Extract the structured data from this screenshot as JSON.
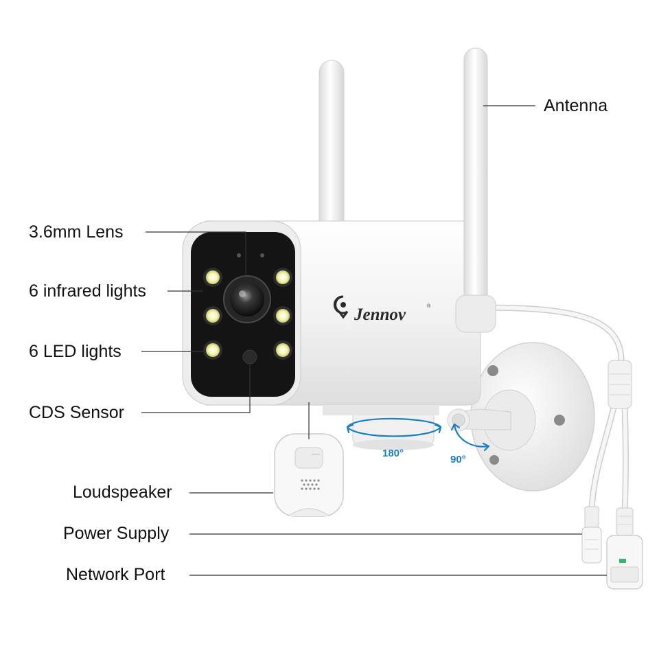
{
  "labels": {
    "antenna": "Antenna",
    "lens": "3.6mm Lens",
    "infrared": "6 infrared lights",
    "led": "6 LED lights",
    "cds": "CDS Sensor",
    "speaker": "Loudspeaker",
    "power": "Power Supply",
    "network": "Network Port"
  },
  "brand": {
    "name": "Jennov",
    "mark": "®"
  },
  "rotation": {
    "pan": "180°",
    "tilt": "90°"
  },
  "colors": {
    "text": "#111111",
    "leader": "#333333",
    "rotation_arrow": "#1b7fc4",
    "led_glow": "#f3f2a0",
    "body": "#f4f4f4",
    "faceplate": "#141414"
  }
}
